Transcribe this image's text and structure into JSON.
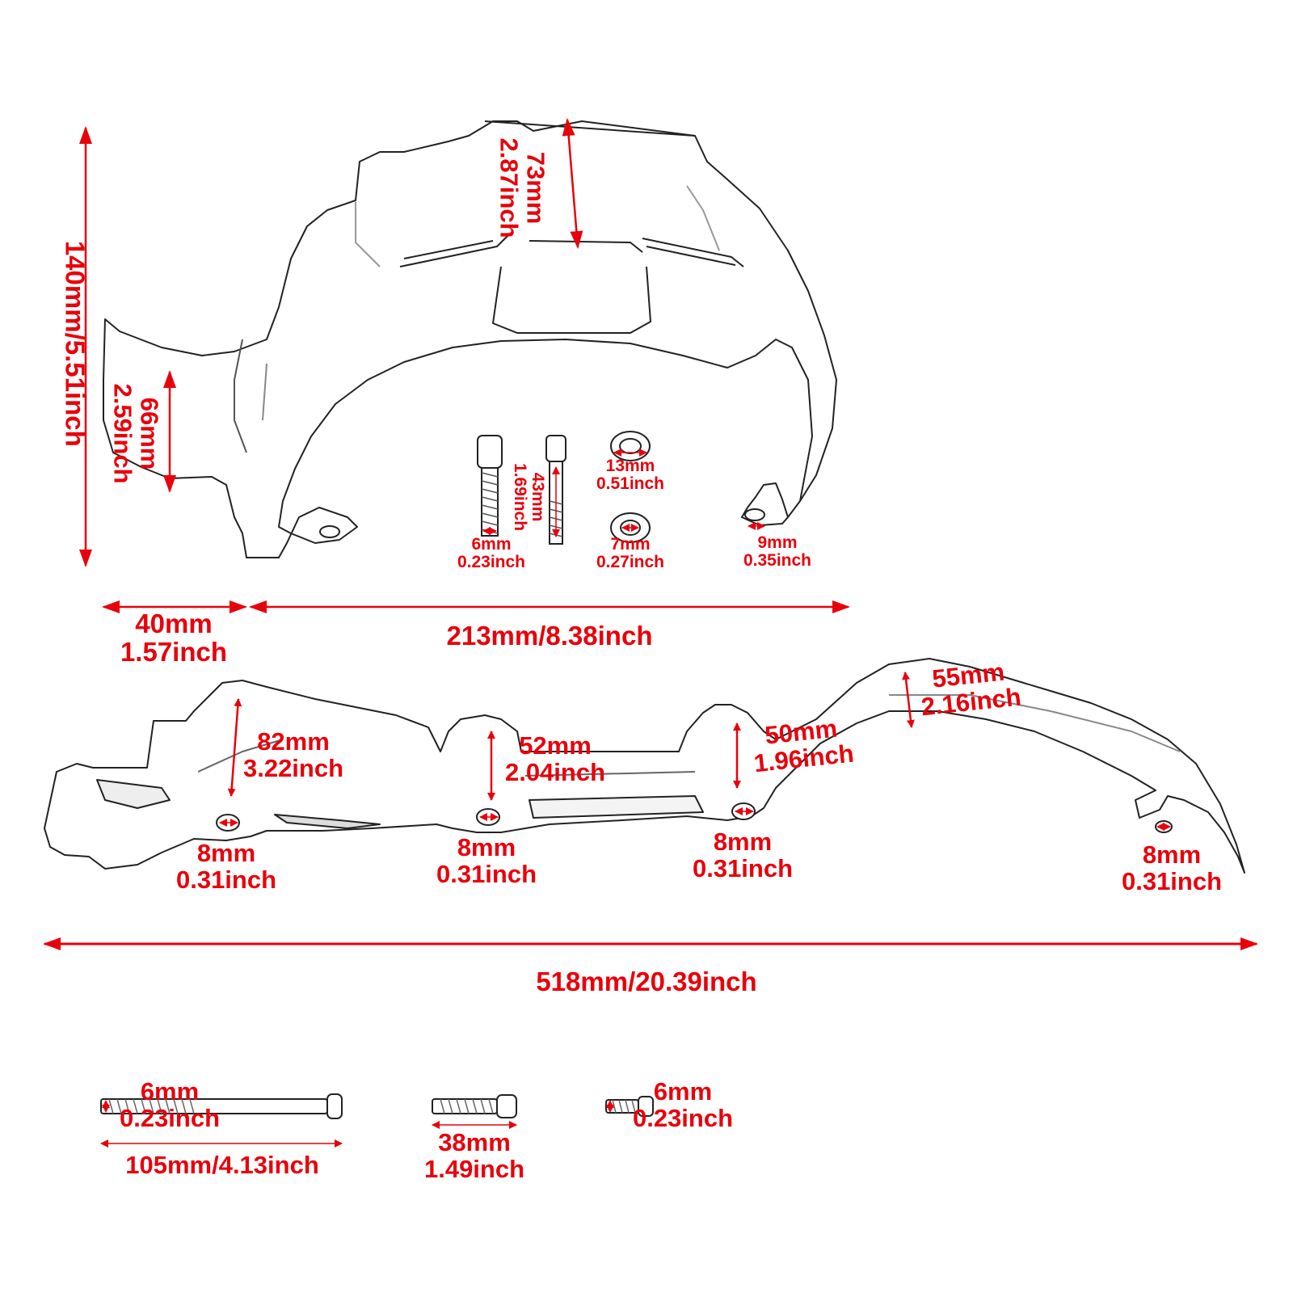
{
  "colors": {
    "dimension": "#e8000b",
    "outline": "#222222",
    "shade": "#9a9a9a"
  },
  "upper_guard": {
    "total_height": "140mm/5.51inch",
    "inner_height": {
      "mm": "66mm",
      "inch": "2.59inch"
    },
    "top_depth": {
      "mm": "73mm",
      "inch": "2.87inch"
    },
    "left_width": {
      "mm": "40mm",
      "inch": "1.57inch"
    },
    "main_width": "213mm/8.38inch",
    "right_hole": {
      "mm": "9mm",
      "inch": "0.35inch"
    }
  },
  "small_hardware": {
    "bolt_a_diameter": {
      "mm": "6mm",
      "inch": "0.23inch"
    },
    "bolt_b_length": {
      "mm": "43mm",
      "inch": "1.69inch"
    },
    "washer_large": {
      "mm": "13mm",
      "inch": "0.51inch"
    },
    "washer_small": {
      "mm": "7mm",
      "inch": "0.27inch"
    }
  },
  "lower_guard": {
    "total_length": "518mm/20.39inch",
    "heights": [
      {
        "mm": "82mm",
        "inch": "3.22inch"
      },
      {
        "mm": "52mm",
        "inch": "2.04inch"
      },
      {
        "mm": "50mm",
        "inch": "1.96inch"
      },
      {
        "mm": "55mm",
        "inch": "2.16inch"
      }
    ],
    "holes": [
      {
        "mm": "8mm",
        "inch": "0.31inch"
      },
      {
        "mm": "8mm",
        "inch": "0.31inch"
      },
      {
        "mm": "8mm",
        "inch": "0.31inch"
      },
      {
        "mm": "8mm",
        "inch": "0.31inch"
      }
    ]
  },
  "long_bolts": {
    "bolt_long": {
      "mm": "6mm",
      "inch": "0.23inch",
      "length": "105mm/4.13inch"
    },
    "bolt_mid": {
      "mm": "38mm",
      "inch": "1.49inch"
    },
    "bolt_short": {
      "mm": "6mm",
      "inch": "0.23inch"
    }
  }
}
